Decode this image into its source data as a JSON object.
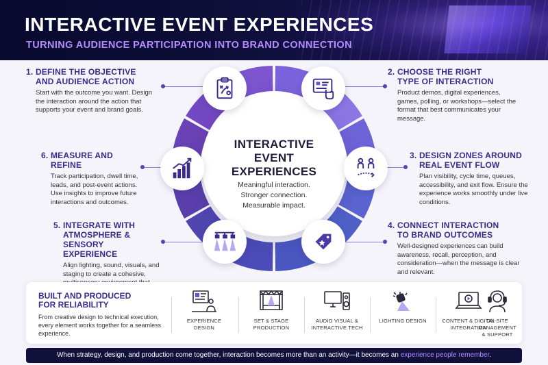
{
  "header": {
    "title": "INTERACTIVE EVENT EXPERIENCES",
    "subtitle": "TURNING AUDIENCE PARTICIPATION INTO BRAND CONNECTION"
  },
  "center": {
    "title_line1": "INTERACTIVE",
    "title_line2": "EVENT",
    "title_line3": "EXPERIENCES",
    "line1": "Meaningful interaction.",
    "line2": "Stronger connection.",
    "line3": "Measurable impact."
  },
  "steps": [
    {
      "title1": "1. DEFINE THE OBJECTIVE",
      "title2": "AND AUDIENCE ACTION",
      "text": "Start with the outcome you want. Design the interaction around the action that supports your event and brand goals.",
      "icon": "clipboard-strategy-icon"
    },
    {
      "title1": "2. CHOOSE THE RIGHT",
      "title2": "TYPE OF INTERACTION",
      "text": "Product demos, digital experiences, games, polling, or workshops—select the format that best communicates your message.",
      "icon": "touchscreen-icon"
    },
    {
      "title1": "3. DESIGN ZONES AROUND",
      "title2": "REAL EVENT FLOW",
      "text": "Plan visibility, cycle time, queues, accessibility, and exit flow. Ensure the experience works smoothly under live conditions.",
      "icon": "people-flow-icon"
    },
    {
      "title1": "4. CONNECT INTERACTION",
      "title2": "TO BRAND OUTCOMES",
      "text": "Well-designed experiences can build awareness, recall, perception, and consideration—when the message is clear and relevant.",
      "icon": "brand-tag-icon"
    },
    {
      "title1": "5. INTEGRATE WITH",
      "title2": "ATMOSPHERE & SENSORY",
      "title3": "EXPERIENCE",
      "text": "Align lighting, sound, visuals, and staging to create a cohesive, multisensory environment that enhances engagement.",
      "icon": "stage-lights-icon"
    },
    {
      "title1": "6. MEASURE AND",
      "title2": "REFINE",
      "text": "Track participation, dwell time, leads, and post-event actions. Use insights to improve future interactions and outcomes.",
      "icon": "growth-chart-icon"
    }
  ],
  "panel": {
    "title1": "BUILT AND PRODUCED",
    "title2": "FOR RELIABILITY",
    "text": "From creative design to technical execution, every element works together for a seamless experience.",
    "services": [
      {
        "line1": "EXPERIENCE",
        "line2": "DESIGN",
        "icon": "design-monitor-icon"
      },
      {
        "line1": "SET & STAGE",
        "line2": "PRODUCTION",
        "icon": "truss-stage-icon"
      },
      {
        "line1": "AUDIO VISUAL &",
        "line2": "INTERACTIVE TECH",
        "icon": "av-monitor-speaker-icon"
      },
      {
        "line1": "LIGHTING DESIGN",
        "line2": "",
        "icon": "spotlight-icon"
      },
      {
        "line1": "CONTENT & DIGITAL",
        "line2": "INTEGRATION",
        "icon": "laptop-play-icon"
      },
      {
        "line1": "ON-SITE MANAGEMENT",
        "line2": "& SUPPORT",
        "icon": "headset-icon"
      }
    ]
  },
  "footer": {
    "text": "When strategy, design, and production come together, interaction becomes more than an activity—it becomes an ",
    "highlight": "experience people remember",
    "end": "."
  },
  "colors": {
    "header_bg": "#0e0f3a",
    "accent_purple": "#6b4fd8",
    "title_purple": "#3b2a8c",
    "highlight": "#b48cff",
    "footer_bg": "#10103a"
  }
}
